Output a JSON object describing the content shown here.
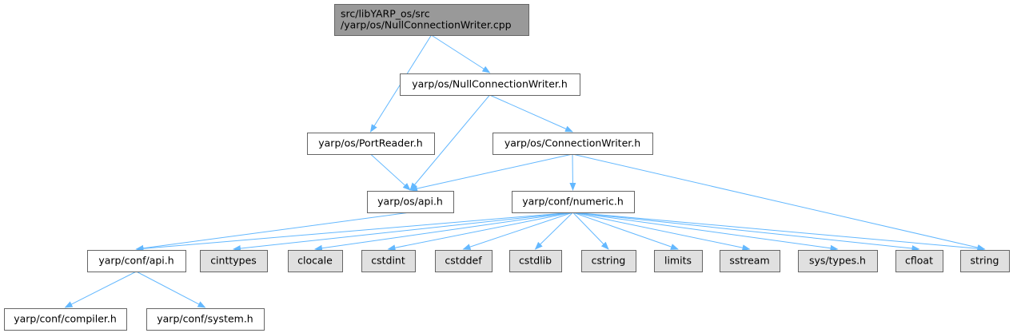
{
  "colors": {
    "edge": "#63b8ff",
    "root_fill": "#999999",
    "node_fill": "#ffffff",
    "system_fill": "#e0e0e0",
    "border": "#666666"
  },
  "nodes": [
    {
      "id": "root",
      "lines": [
        "src/libYARP_os/src",
        "/yarp/os/NullConnectionWriter.cpp"
      ],
      "kind": "root"
    },
    {
      "id": "nullconnwriter_h",
      "lines": [
        "yarp/os/NullConnectionWriter.h"
      ],
      "kind": "file"
    },
    {
      "id": "portreader_h",
      "lines": [
        "yarp/os/PortReader.h"
      ],
      "kind": "file"
    },
    {
      "id": "connwriter_h",
      "lines": [
        "yarp/os/ConnectionWriter.h"
      ],
      "kind": "file"
    },
    {
      "id": "os_api_h",
      "lines": [
        "yarp/os/api.h"
      ],
      "kind": "file"
    },
    {
      "id": "numeric_h",
      "lines": [
        "yarp/conf/numeric.h"
      ],
      "kind": "file"
    },
    {
      "id": "conf_api_h",
      "lines": [
        "yarp/conf/api.h"
      ],
      "kind": "file"
    },
    {
      "id": "cinttypes",
      "lines": [
        "cinttypes"
      ],
      "kind": "system"
    },
    {
      "id": "clocale",
      "lines": [
        "clocale"
      ],
      "kind": "system"
    },
    {
      "id": "cstdint",
      "lines": [
        "cstdint"
      ],
      "kind": "system"
    },
    {
      "id": "cstddef",
      "lines": [
        "cstddef"
      ],
      "kind": "system"
    },
    {
      "id": "cstdlib",
      "lines": [
        "cstdlib"
      ],
      "kind": "system"
    },
    {
      "id": "cstring",
      "lines": [
        "cstring"
      ],
      "kind": "system"
    },
    {
      "id": "limits",
      "lines": [
        "limits"
      ],
      "kind": "system"
    },
    {
      "id": "sstream",
      "lines": [
        "sstream"
      ],
      "kind": "system"
    },
    {
      "id": "systypes_h",
      "lines": [
        "sys/types.h"
      ],
      "kind": "system"
    },
    {
      "id": "cfloat",
      "lines": [
        "cfloat"
      ],
      "kind": "system"
    },
    {
      "id": "string",
      "lines": [
        "string"
      ],
      "kind": "system"
    },
    {
      "id": "compiler_h",
      "lines": [
        "yarp/conf/compiler.h"
      ],
      "kind": "file"
    },
    {
      "id": "system_h",
      "lines": [
        "yarp/conf/system.h"
      ],
      "kind": "file"
    }
  ],
  "edges": [
    {
      "from": "root",
      "to": "nullconnwriter_h"
    },
    {
      "from": "root",
      "to": "portreader_h"
    },
    {
      "from": "nullconnwriter_h",
      "to": "os_api_h"
    },
    {
      "from": "nullconnwriter_h",
      "to": "connwriter_h"
    },
    {
      "from": "portreader_h",
      "to": "os_api_h"
    },
    {
      "from": "connwriter_h",
      "to": "os_api_h"
    },
    {
      "from": "connwriter_h",
      "to": "numeric_h"
    },
    {
      "from": "connwriter_h",
      "to": "string"
    },
    {
      "from": "os_api_h",
      "to": "conf_api_h"
    },
    {
      "from": "numeric_h",
      "to": "conf_api_h"
    },
    {
      "from": "numeric_h",
      "to": "cinttypes"
    },
    {
      "from": "numeric_h",
      "to": "clocale"
    },
    {
      "from": "numeric_h",
      "to": "cstdint"
    },
    {
      "from": "numeric_h",
      "to": "cstddef"
    },
    {
      "from": "numeric_h",
      "to": "cstdlib"
    },
    {
      "from": "numeric_h",
      "to": "cstring"
    },
    {
      "from": "numeric_h",
      "to": "limits"
    },
    {
      "from": "numeric_h",
      "to": "sstream"
    },
    {
      "from": "numeric_h",
      "to": "systypes_h"
    },
    {
      "from": "numeric_h",
      "to": "cfloat"
    },
    {
      "from": "numeric_h",
      "to": "string"
    },
    {
      "from": "conf_api_h",
      "to": "compiler_h"
    },
    {
      "from": "conf_api_h",
      "to": "system_h"
    }
  ]
}
